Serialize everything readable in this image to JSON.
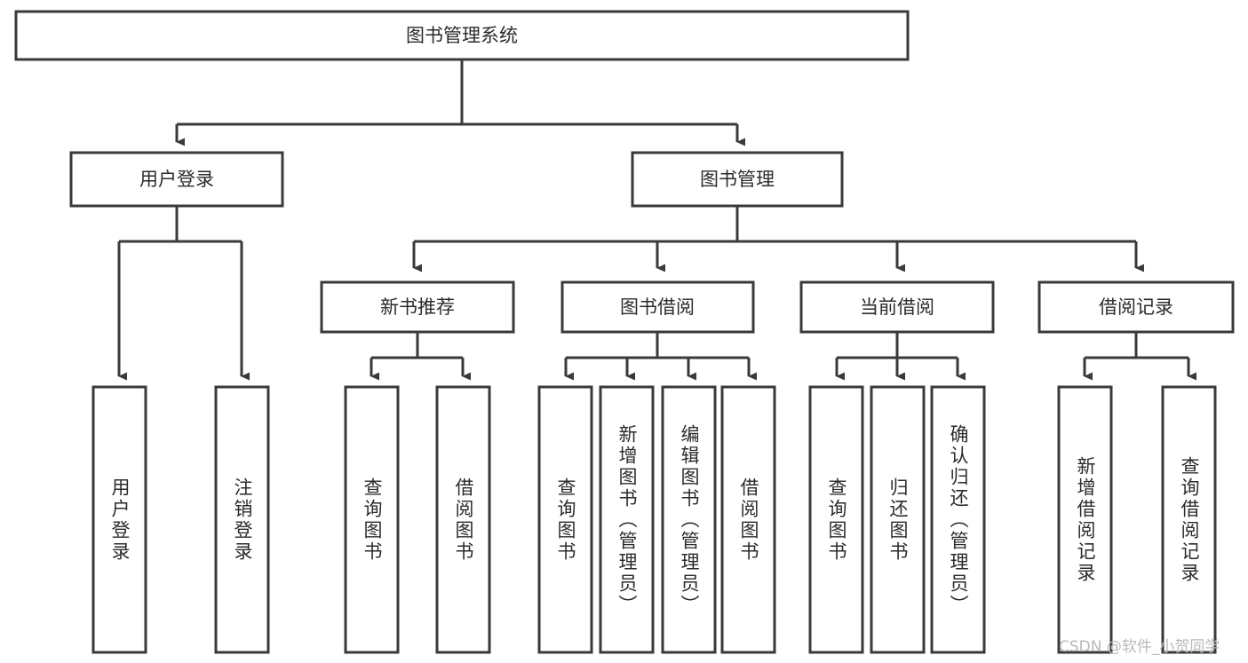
{
  "diagram": {
    "title": "图书管理系统",
    "type": "hierarchy-tree",
    "orientation": "top-down",
    "levels": 4,
    "colors": {
      "box_stroke": "#3a3a3a",
      "box_fill": "#ffffff",
      "connector": "#3a3a3a",
      "text": "#2b2b2b",
      "background": "#ffffff",
      "watermark": "#b9b9b9"
    },
    "root": {
      "id": "root",
      "label": "图书管理系统",
      "orientation": "horizontal"
    },
    "level2": [
      {
        "id": "user-login",
        "label": "用户登录",
        "orientation": "horizontal"
      },
      {
        "id": "book-manage",
        "label": "图书管理",
        "orientation": "horizontal"
      }
    ],
    "level3": [
      {
        "id": "new-book-recommend",
        "label": "新书推荐",
        "orientation": "horizontal",
        "parent": "book-manage"
      },
      {
        "id": "book-borrow",
        "label": "图书借阅",
        "orientation": "horizontal",
        "parent": "book-manage"
      },
      {
        "id": "current-borrow",
        "label": "当前借阅",
        "orientation": "horizontal",
        "parent": "book-manage"
      },
      {
        "id": "borrow-record",
        "label": "借阅记录",
        "orientation": "horizontal",
        "parent": "book-manage"
      }
    ],
    "leaves": [
      {
        "id": "leaf-user-login",
        "label": "用户登录",
        "parent": "user-login",
        "orientation": "vertical"
      },
      {
        "id": "leaf-user-logout",
        "label": "注销登录",
        "parent": "user-login",
        "orientation": "vertical"
      },
      {
        "id": "leaf-query-book-1",
        "label": "查询图书",
        "parent": "new-book-recommend",
        "orientation": "vertical"
      },
      {
        "id": "leaf-borrow-book-1",
        "label": "借阅图书",
        "parent": "new-book-recommend",
        "orientation": "vertical"
      },
      {
        "id": "leaf-query-book-2",
        "label": "查询图书",
        "parent": "book-borrow",
        "orientation": "vertical"
      },
      {
        "id": "leaf-add-book",
        "label": "新增图书（管理员）",
        "parent": "book-borrow",
        "orientation": "vertical"
      },
      {
        "id": "leaf-edit-book",
        "label": "编辑图书（管理员）",
        "parent": "book-borrow",
        "orientation": "vertical"
      },
      {
        "id": "leaf-borrow-book-2",
        "label": "借阅图书",
        "parent": "book-borrow",
        "orientation": "vertical"
      },
      {
        "id": "leaf-query-book-3",
        "label": "查询图书",
        "parent": "current-borrow",
        "orientation": "vertical"
      },
      {
        "id": "leaf-return-book",
        "label": "归还图书",
        "parent": "current-borrow",
        "orientation": "vertical"
      },
      {
        "id": "leaf-confirm-return",
        "label": "确认归还（管理员）",
        "parent": "current-borrow",
        "orientation": "vertical"
      },
      {
        "id": "leaf-add-record",
        "label": "新增借阅记录",
        "parent": "borrow-record",
        "orientation": "vertical"
      },
      {
        "id": "leaf-query-record",
        "label": "查询借阅记录",
        "parent": "borrow-record",
        "orientation": "vertical"
      }
    ]
  },
  "watermark": {
    "text": "CSDN @软件_小贺同学"
  }
}
